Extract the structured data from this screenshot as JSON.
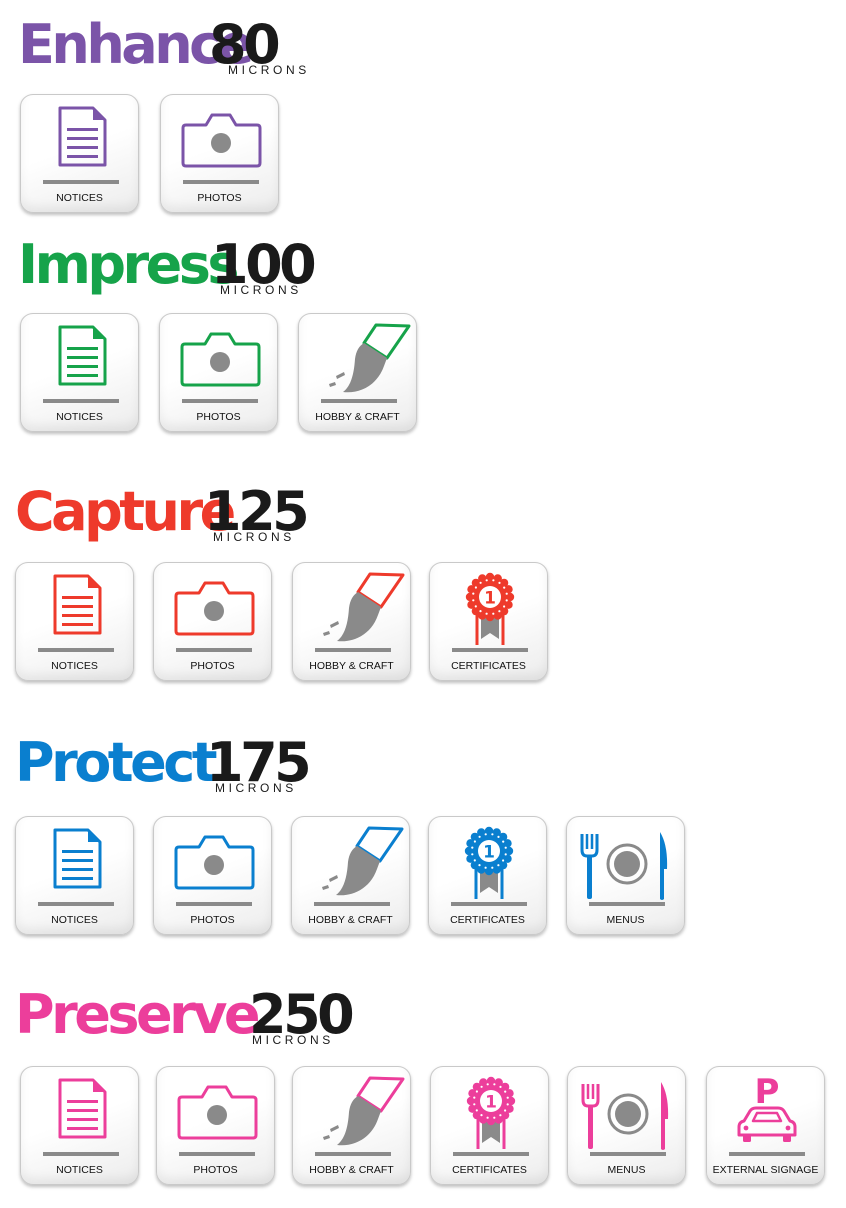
{
  "sections": [
    {
      "name": "Enhance",
      "number": "80",
      "unit": "MICRONS",
      "color": "#7b54a8",
      "tiles": [
        {
          "label": "NOTICES",
          "icon": "notices-icon"
        },
        {
          "label": "PHOTOS",
          "icon": "camera-icon"
        }
      ]
    },
    {
      "name": "Impress",
      "number": "100",
      "unit": "MICRONS",
      "color": "#16a34a",
      "tiles": [
        {
          "label": "NOTICES",
          "icon": "notices-icon"
        },
        {
          "label": "PHOTOS",
          "icon": "camera-icon"
        },
        {
          "label": "HOBBY & CRAFT",
          "icon": "paintbrush-icon"
        }
      ]
    },
    {
      "name": "Capture",
      "number": "125",
      "unit": "MICRONS",
      "color": "#ee3a2b",
      "tiles": [
        {
          "label": "NOTICES",
          "icon": "notices-icon"
        },
        {
          "label": "PHOTOS",
          "icon": "camera-icon"
        },
        {
          "label": "HOBBY & CRAFT",
          "icon": "paintbrush-icon"
        },
        {
          "label": "CERTIFICATES",
          "icon": "award-ribbon-icon"
        }
      ]
    },
    {
      "name": "Protect",
      "number": "175",
      "unit": "MICRONS",
      "color": "#0a7fcf",
      "tiles": [
        {
          "label": "NOTICES",
          "icon": "notices-icon"
        },
        {
          "label": "PHOTOS",
          "icon": "camera-icon"
        },
        {
          "label": "HOBBY & CRAFT",
          "icon": "paintbrush-icon"
        },
        {
          "label": "CERTIFICATES",
          "icon": "award-ribbon-icon"
        },
        {
          "label": "MENUS",
          "icon": "plate-cutlery-icon"
        }
      ]
    },
    {
      "name": "Preserve",
      "number": "250",
      "unit": "MICRONS",
      "color": "#ec3e9b",
      "tiles": [
        {
          "label": "NOTICES",
          "icon": "notices-icon"
        },
        {
          "label": "PHOTOS",
          "icon": "camera-icon"
        },
        {
          "label": "HOBBY & CRAFT",
          "icon": "paintbrush-icon"
        },
        {
          "label": "CERTIFICATES",
          "icon": "award-ribbon-icon"
        },
        {
          "label": "MENUS",
          "icon": "plate-cutlery-icon"
        },
        {
          "label": "EXTERNAL SIGNAGE",
          "icon": "parking-car-icon"
        }
      ]
    }
  ],
  "award_number": "1",
  "parking_letter": "P",
  "neutral_gray": "#8a8a8a"
}
